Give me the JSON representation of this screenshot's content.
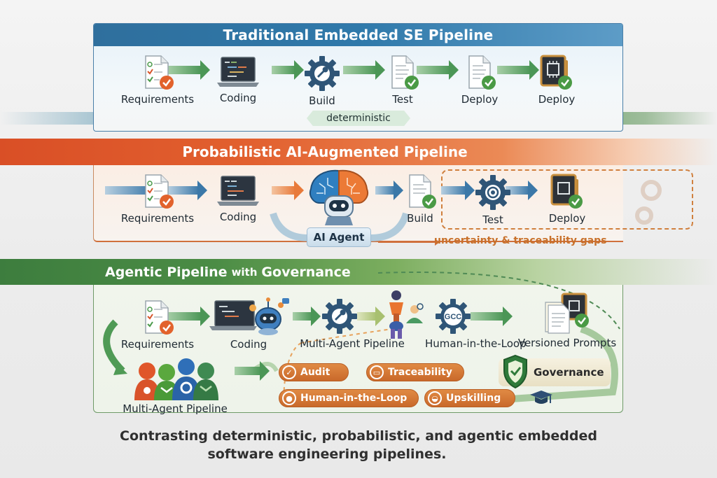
{
  "sections": [
    {
      "title": "Traditional Embedded SE Pipeline",
      "accent": "#2f6f9d",
      "stages": [
        {
          "label": "Requirements",
          "icon": "checklist-document-icon"
        },
        {
          "label": "Coding",
          "icon": "laptop-code-icon"
        },
        {
          "label": "Build",
          "icon": "gear-wrench-icon"
        },
        {
          "label": "Test",
          "icon": "document-check-icon"
        },
        {
          "label": "Deploy",
          "icon": "document-check-icon"
        },
        {
          "label": "Deploy",
          "icon": "chip-board-check-icon"
        }
      ],
      "tag": "deterministic"
    },
    {
      "title": "Probabilistic AI-Augmented Pipeline",
      "accent": "#e2602f",
      "stages": [
        {
          "label": "Requirements",
          "icon": "checklist-document-icon"
        },
        {
          "label": "Coding",
          "icon": "laptop-code-icon"
        },
        {
          "label": "AI Agent",
          "icon": "robot-brain-icon"
        },
        {
          "label": "Build",
          "icon": "document-check-icon"
        },
        {
          "label": "Test",
          "icon": "gear-eye-icon"
        },
        {
          "label": "Deploy",
          "icon": "chip-board-check-icon"
        }
      ],
      "gap_label": "uncertainty & traceability gaps"
    },
    {
      "title_main": "Agentic Pipeline",
      "title_small": "with",
      "title_end": "Governance",
      "accent": "#4b8c45",
      "stages": [
        {
          "label": "Requirements",
          "icon": "checklist-document-icon"
        },
        {
          "label": "Coding",
          "icon": "laptop-robot-icon"
        },
        {
          "label": "Multi-Agent Pipeline",
          "icon": "gear-wrench-icon"
        },
        {
          "label": "Human-in-the-Loop",
          "icon": "gcc-gear-icon"
        },
        {
          "label": "Versioned Prompts",
          "icon": "documents-chip-check-icon"
        }
      ],
      "team_label": "Multi-Agent Pipeline",
      "pills": [
        {
          "label": "Audit",
          "icon": "check-circle-icon"
        },
        {
          "label": "Traceability",
          "icon": "trace-icon"
        },
        {
          "label": "Human-in-the-Loop",
          "icon": "circle-dot-icon"
        },
        {
          "label": "Upskilling",
          "icon": "lens-icon"
        }
      ],
      "governance_label": "Governance"
    }
  ],
  "caption": {
    "line1": "Contrasting deterministic, probabilistic, and agentic embedded",
    "line2": "software engineering pipelines."
  }
}
